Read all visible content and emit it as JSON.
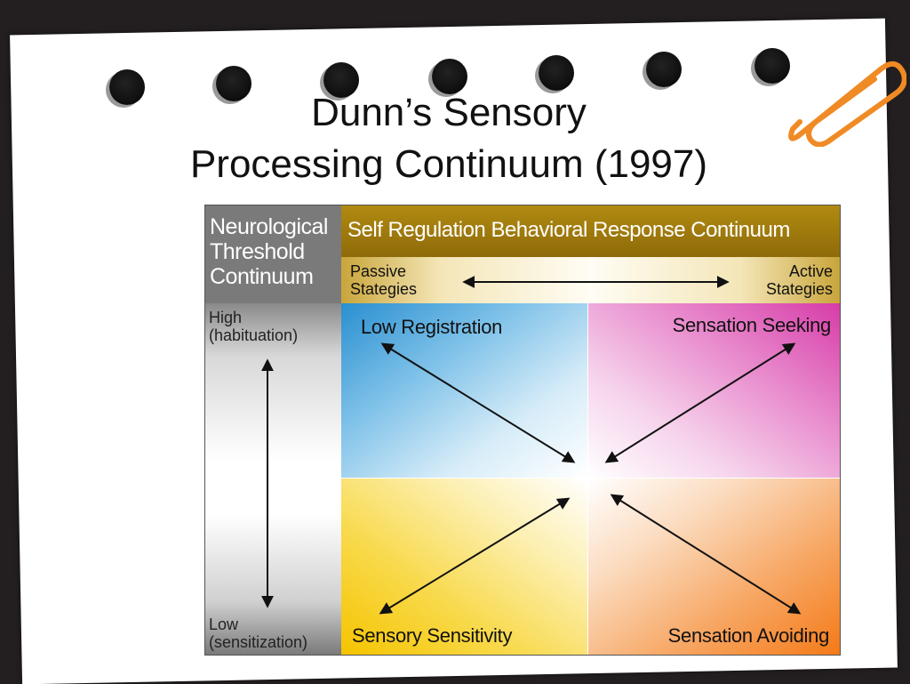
{
  "title": {
    "line1": "Dunn’s Sensory",
    "line2": "Processing Continuum  (1997)"
  },
  "diagram": {
    "corner_header": {
      "line1": "Neurological",
      "line2": "Threshold",
      "line3": "Continuum"
    },
    "top_header": "Self Regulation Behavioral Response Continuum",
    "strategies": {
      "passive_line1": "Passive",
      "passive_line2": "Stategies",
      "active_line1": "Active",
      "active_line2": "Stategies"
    },
    "threshold": {
      "high_line1": "High",
      "high_line2": "(habituation)",
      "low_line1": "Low",
      "low_line2": "(sensitization)"
    },
    "quadrants": {
      "low_registration": "Low Registration",
      "sensation_seeking": "Sensation Seeking",
      "sensory_sensitivity": "Sensory Sensitivity",
      "sensation_avoiding": "Sensation Avoiding"
    },
    "colors": {
      "header_gold": "#9a7510",
      "corner_gray": "#7a7a7a",
      "low_registration_blue": "#2a8fd0",
      "sensation_seeking_magenta": "#d63ca8",
      "sensory_sensitivity_yellow": "#f5c400",
      "sensation_avoiding_orange": "#f47a18"
    }
  },
  "decor": {
    "paperclip_color": "#f08a24",
    "binder_holes": 7
  }
}
